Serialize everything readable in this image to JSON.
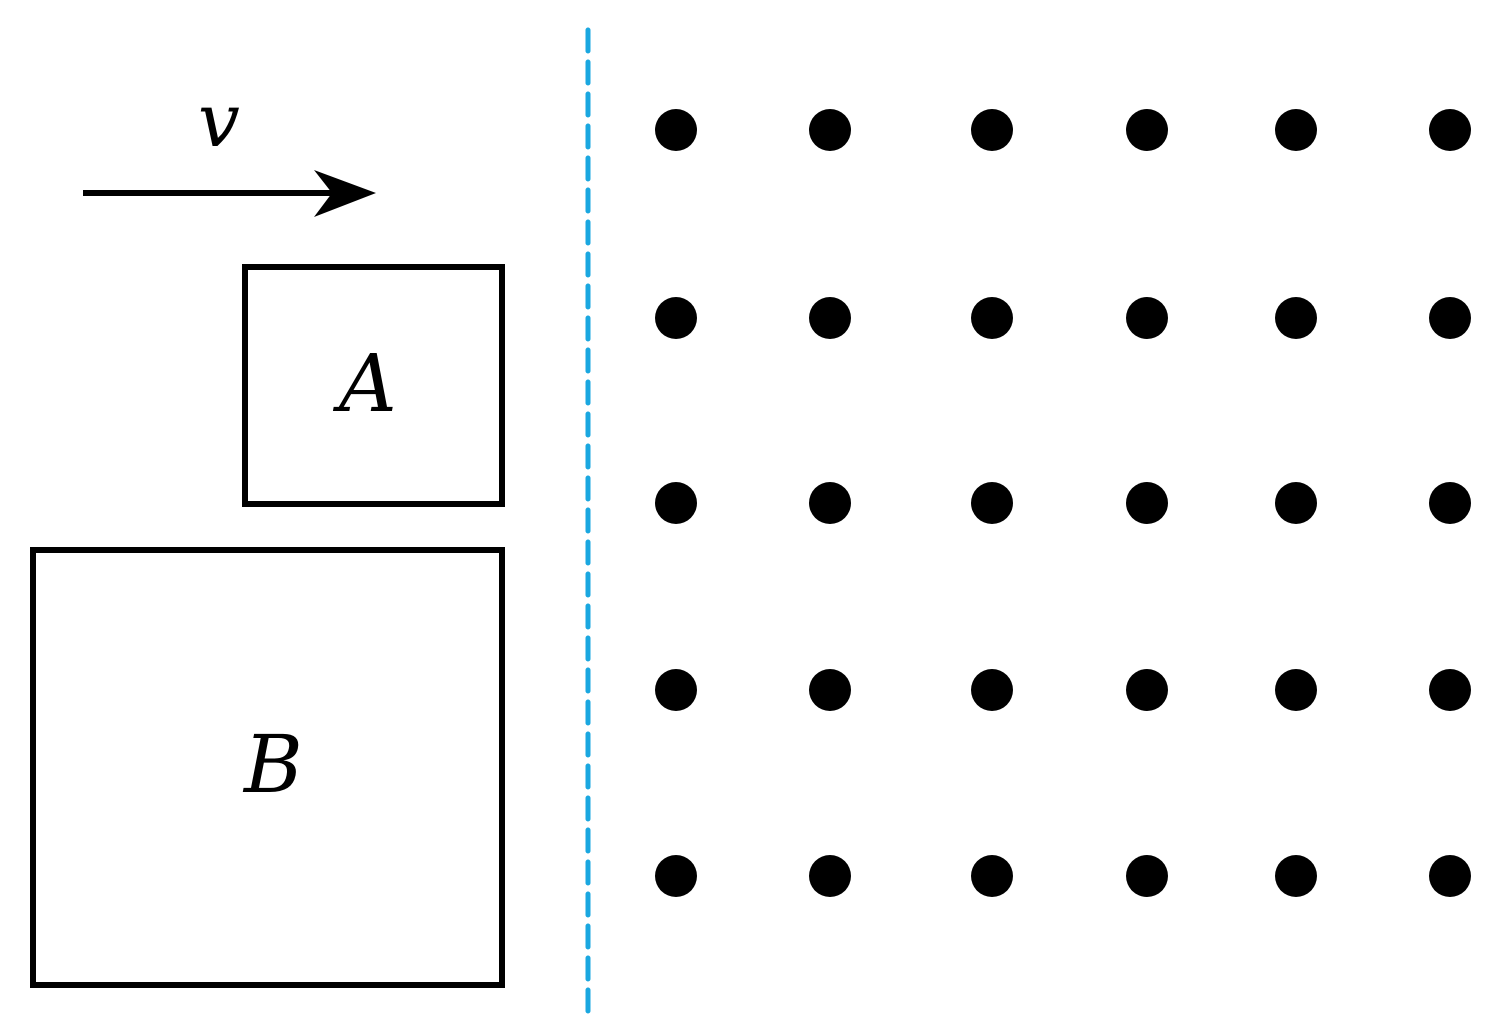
{
  "labels": {
    "velocity": "v",
    "loop_a": "A",
    "loop_b": "B"
  },
  "field": {
    "direction": "out-of-page",
    "rows": 5,
    "columns": 6
  },
  "colors": {
    "ink": "#000000",
    "boundary": "#1aa7e0",
    "background": "#ffffff"
  }
}
